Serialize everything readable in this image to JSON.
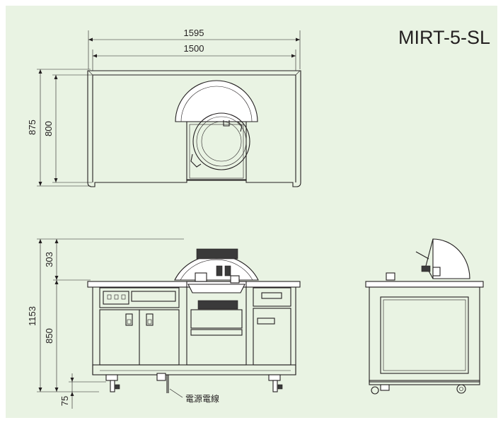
{
  "model": "MIRT-5-SL",
  "colors": {
    "background": "#e9f3e3",
    "line": "#231f20"
  },
  "dimensions": {
    "top_width_outer": "1595",
    "top_width_inner": "1500",
    "top_depth_outer": "875",
    "top_depth_inner": "800",
    "front_total_height": "1153",
    "front_counter_height": "850",
    "front_dome_height": "303",
    "caster_height": "75"
  },
  "labels": {
    "power_cord": "電源電線"
  }
}
